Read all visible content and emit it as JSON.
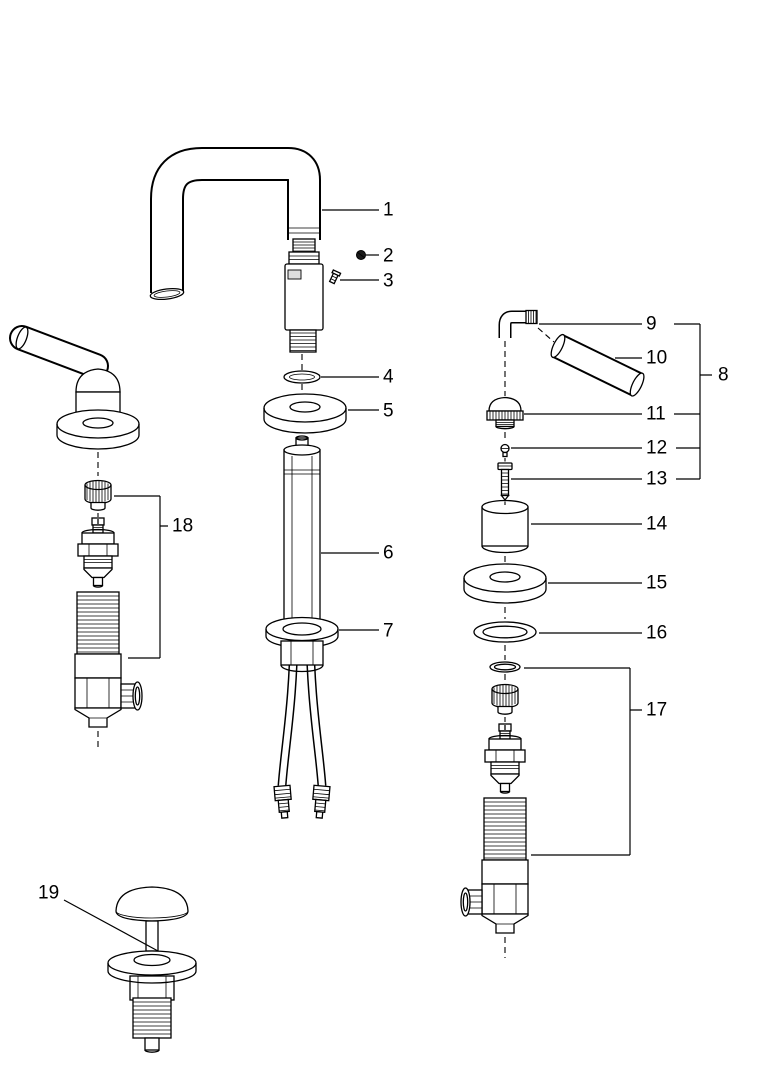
{
  "colors": {
    "background": "#ffffff",
    "line": "#000000"
  },
  "part_labels": [
    "1",
    "2",
    "3",
    "4",
    "5",
    "6",
    "7",
    "8",
    "9",
    "10",
    "11",
    "12",
    "13",
    "14",
    "15",
    "16",
    "17",
    "18",
    "19"
  ]
}
